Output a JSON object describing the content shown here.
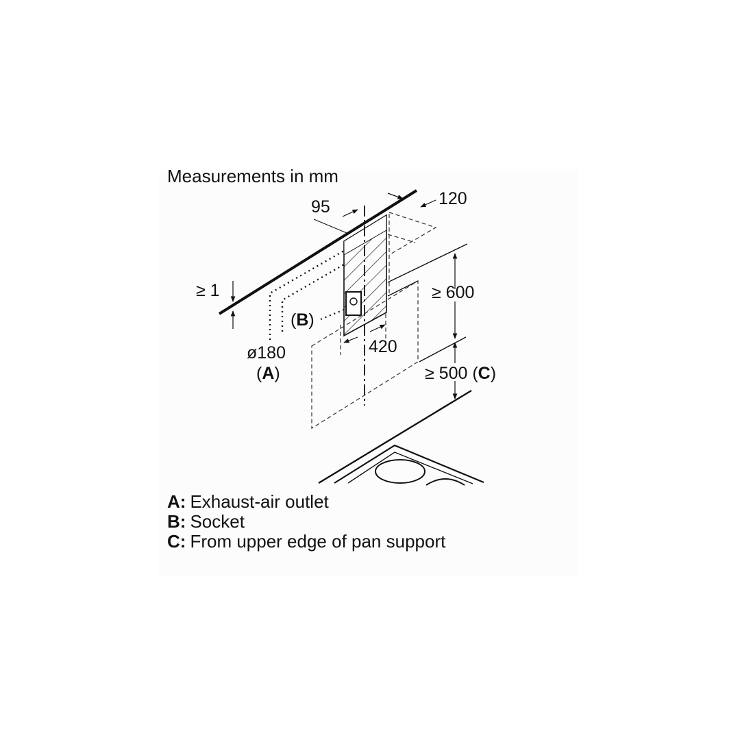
{
  "heading": "Measurements in mm",
  "dimensions": {
    "d95": "95",
    "d120": "120",
    "min_gap": "≥ 1",
    "min600": "≥ 600",
    "d420": "420",
    "diameter": "ø180",
    "min500": "≥ 500"
  },
  "callouts": {
    "a": "A",
    "b": "B",
    "c": "C"
  },
  "legend": [
    {
      "key": "A:",
      "text": "Exhaust-air outlet"
    },
    {
      "key": "B:",
      "text": "Socket"
    },
    {
      "key": "C:",
      "text": "From upper edge of pan support"
    }
  ]
}
